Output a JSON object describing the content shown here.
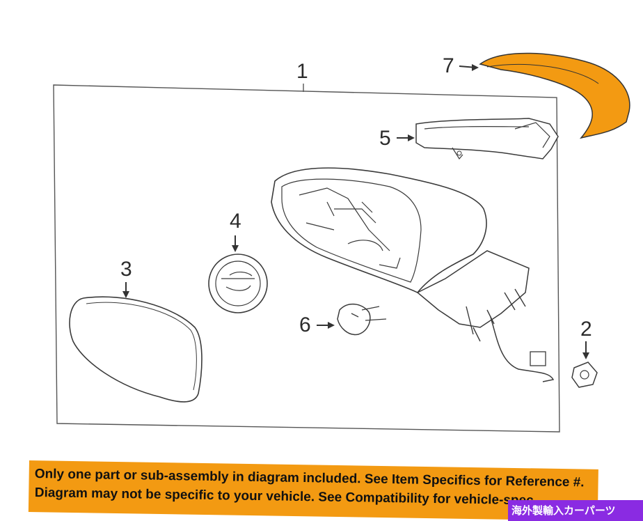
{
  "diagram": {
    "callouts": [
      "1",
      "2",
      "3",
      "4",
      "5",
      "6",
      "7"
    ],
    "highlight_color": "#f39a12",
    "line_color": "#3a3a3a"
  },
  "banner": {
    "line1": "Only one part or sub-assembly in diagram included. See Item Specifics for Reference #.",
    "line2": "Diagram may not be specific to your vehicle. See Compatibility for vehicle-spec",
    "background": "#f39a12"
  },
  "watermark": {
    "text": "海外製輸入カーパーツ",
    "background": "#8a2be2"
  }
}
